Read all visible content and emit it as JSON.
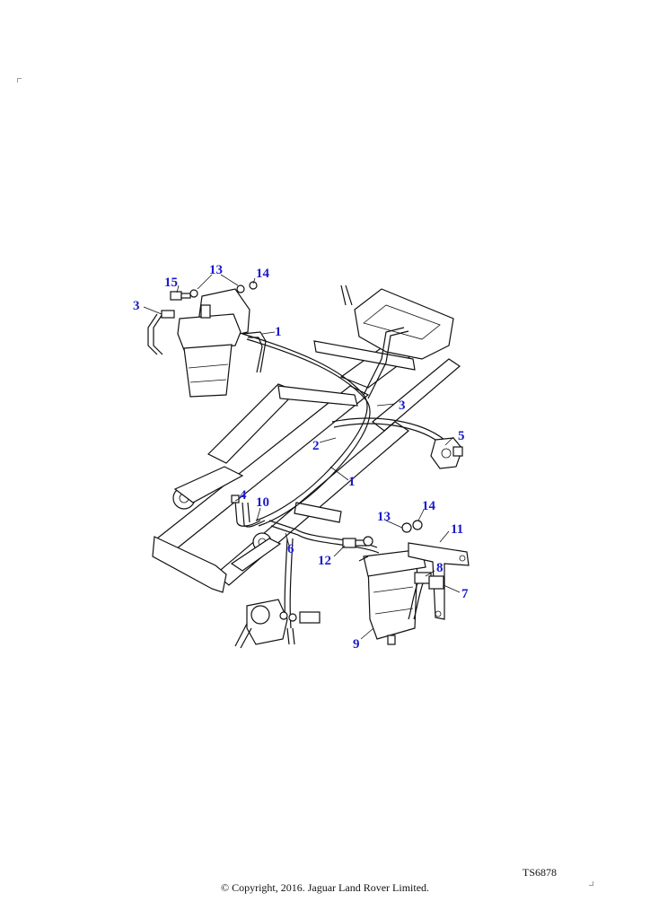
{
  "callouts": [
    {
      "id": "c15a",
      "text": "15"
    },
    {
      "id": "c13a",
      "text": "13"
    },
    {
      "id": "c14a",
      "text": "14"
    },
    {
      "id": "c3a",
      "text": "3"
    },
    {
      "id": "c1a",
      "text": "1"
    },
    {
      "id": "c3b",
      "text": "3"
    },
    {
      "id": "c5",
      "text": "5"
    },
    {
      "id": "c2",
      "text": "2"
    },
    {
      "id": "c1b",
      "text": "1"
    },
    {
      "id": "c4",
      "text": "4"
    },
    {
      "id": "c10",
      "text": "10"
    },
    {
      "id": "c13b",
      "text": "13"
    },
    {
      "id": "c14b",
      "text": "14"
    },
    {
      "id": "c11",
      "text": "11"
    },
    {
      "id": "c6",
      "text": "6"
    },
    {
      "id": "c12",
      "text": "12"
    },
    {
      "id": "c8",
      "text": "8"
    },
    {
      "id": "c7",
      "text": "7"
    },
    {
      "id": "c9",
      "text": "9"
    }
  ],
  "figure_ref": "TS6878",
  "copyright": "© Copyright, 2016. Jaguar Land Rover Limited."
}
